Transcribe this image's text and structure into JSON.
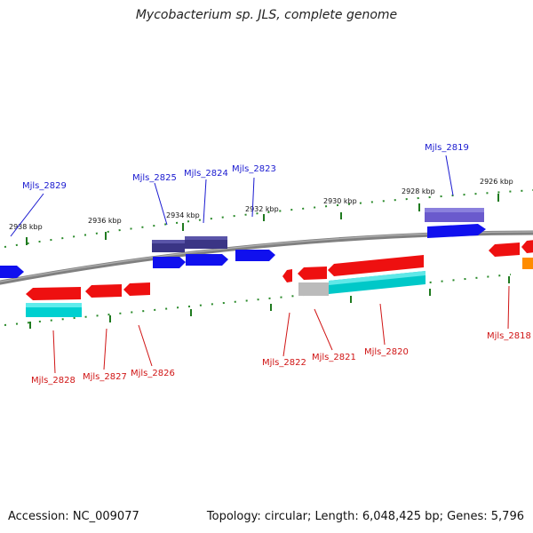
{
  "title": "Mycobacterium sp. JLS, complete genome",
  "footer": {
    "accession": "Accession: NC_009077",
    "topology": "Topology: circular; Length: 6,048,425 bp; Genes: 5,796"
  },
  "colors": {
    "forward_cds": "#1010ee",
    "reverse_cds": "#ee1010",
    "forward_rna": "#3a3585",
    "forward_rna_light": "#6a5acd",
    "reverse_rna": "#00c8c8",
    "reverse_other": "#bbbbbb",
    "reverse_pseudo": "#ff8c00",
    "backbone": "#777777",
    "tick": "#228822"
  },
  "kbp_labels": [
    "2938 kbp",
    "2936 kbp",
    "2934 kbp",
    "2932 kbp",
    "2930 kbp",
    "2928 kbp",
    "2926 kbp"
  ],
  "forward_genes": [
    "Mjls_2829",
    "Mjls_2825",
    "Mjls_2824",
    "Mjls_2823",
    "Mjls_2819"
  ],
  "reverse_genes": [
    "Mjls_2828",
    "Mjls_2827",
    "Mjls_2826",
    "Mjls_2822",
    "Mjls_2821",
    "Mjls_2820",
    "Mjls_2818"
  ]
}
